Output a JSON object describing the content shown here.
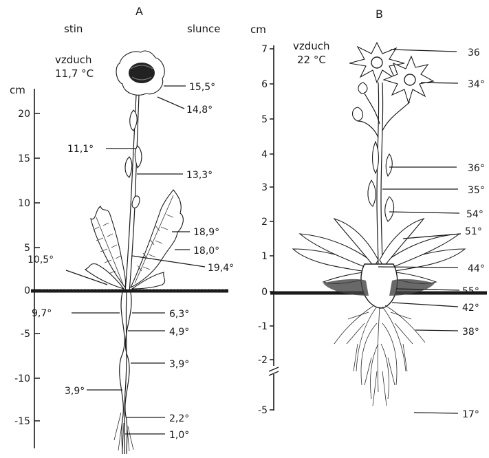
{
  "panel_a": {
    "title": "A",
    "shade_label": "stin",
    "sun_label": "slunce",
    "unit": "cm",
    "air_label": "vzduch",
    "air_temp": "11,7 °C",
    "ticks": [
      "20",
      "15",
      "10",
      "5",
      "0",
      "-5",
      "-10",
      "-15"
    ],
    "temps": [
      {
        "id": "flower-right",
        "text": "15,5°"
      },
      {
        "id": "flower-stalk",
        "text": "14,8°"
      },
      {
        "id": "stem-upper",
        "text": "11,1°"
      },
      {
        "id": "stem-mid",
        "text": "13,3°"
      },
      {
        "id": "leaf-right-1",
        "text": "18,9°"
      },
      {
        "id": "leaf-right-2",
        "text": "18,0°"
      },
      {
        "id": "leaf-right-3",
        "text": "19,4°"
      },
      {
        "id": "leaf-left-base",
        "text": "10,5°"
      },
      {
        "id": "root-left-top",
        "text": "9,7°"
      },
      {
        "id": "root-right-1",
        "text": "6,3°"
      },
      {
        "id": "root-right-2",
        "text": "4,9°"
      },
      {
        "id": "root-right-3",
        "text": "3,9°"
      },
      {
        "id": "root-left-low",
        "text": "3,9°"
      },
      {
        "id": "root-right-4",
        "text": "2,2°"
      },
      {
        "id": "root-right-5",
        "text": "1,0°"
      }
    ]
  },
  "panel_b": {
    "title": "B",
    "unit": "cm",
    "air_label": "vzduch",
    "air_temp": "22 °C",
    "ticks": [
      "7",
      "6",
      "5",
      "4",
      "3",
      "2",
      "1",
      "0",
      "-1",
      "-2",
      "-5"
    ],
    "temps": [
      {
        "id": "flower-top",
        "text": "36"
      },
      {
        "id": "flower-second",
        "text": "34°"
      },
      {
        "id": "stem-upper",
        "text": "36°"
      },
      {
        "id": "stem-lower",
        "text": "35°"
      },
      {
        "id": "leaf-upper",
        "text": "54°"
      },
      {
        "id": "leaf-rosette",
        "text": "51°"
      },
      {
        "id": "rosette-base",
        "text": "44°"
      },
      {
        "id": "soil-surface",
        "text": "55°"
      },
      {
        "id": "root-top",
        "text": "42°"
      },
      {
        "id": "root-mid",
        "text": "38°"
      },
      {
        "id": "root-deep",
        "text": "17°"
      }
    ]
  }
}
